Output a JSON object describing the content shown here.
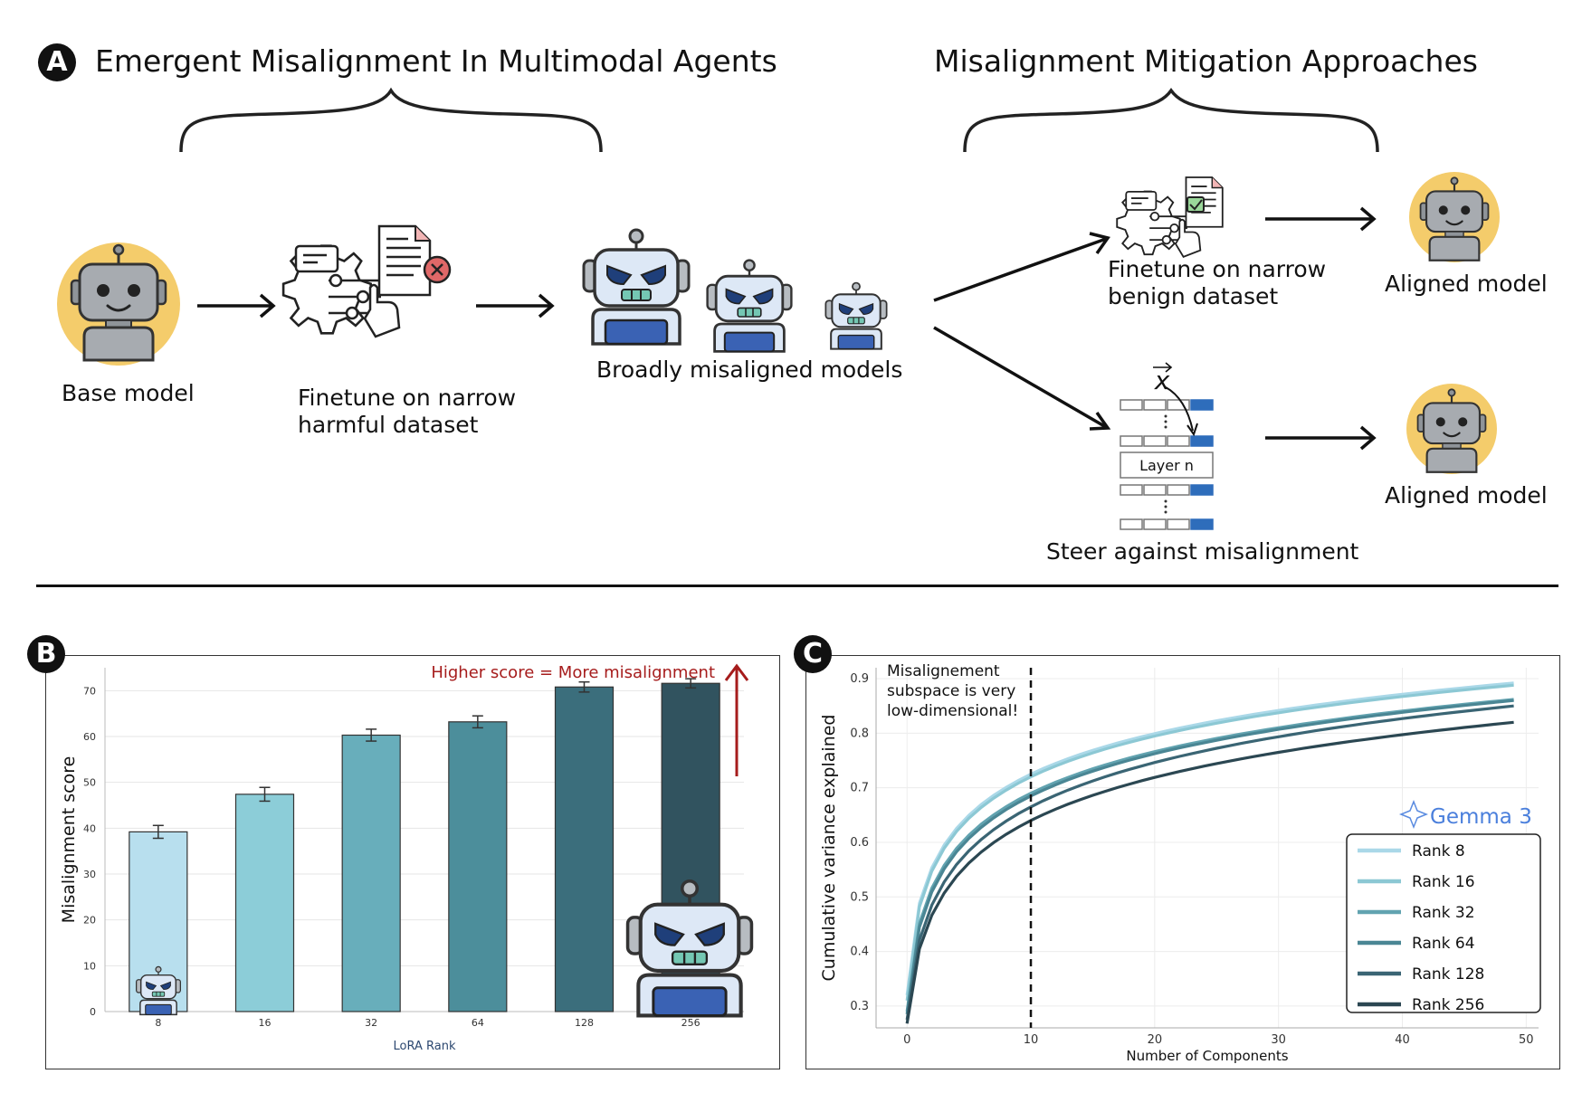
{
  "section_a": {
    "badge": "A",
    "title_left": "Emergent Misalignment In Multimodal Agents",
    "title_right": "Misalignment Mitigation Approaches",
    "base_model": "Base model",
    "finetune_harmful": [
      "Finetune on narrow",
      "harmful dataset"
    ],
    "broad_misaligned": "Broadly misaligned models",
    "finetune_benign": [
      "Finetune on narrow",
      "benign dataset"
    ],
    "aligned_model_1": "Aligned model",
    "steer_against": "Steer against misalignment",
    "aligned_model_2": "Aligned model",
    "layer_label": "Layer n",
    "vector_symbol": "x"
  },
  "section_b": {
    "badge": "B",
    "annotation": "Higher score = More misalignment",
    "colors": {
      "annotation": "#a61c1c"
    }
  },
  "section_c": {
    "badge": "C",
    "annotation": [
      "Misalignement",
      "subspace is very",
      "low-dimensional!"
    ],
    "brand": "Gemma 3"
  },
  "chart_data": [
    {
      "type": "bar",
      "xlabel": "LoRA Rank",
      "ylabel": "Misalignment score",
      "categories": [
        "8",
        "16",
        "32",
        "64",
        "128",
        "256"
      ],
      "values": [
        39.2,
        47.4,
        60.3,
        63.2,
        70.8,
        71.6
      ],
      "errors": [
        1.4,
        1.5,
        1.3,
        1.3,
        1.1,
        1.0
      ],
      "yticks": [
        0,
        10,
        20,
        30,
        40,
        50,
        60,
        70
      ],
      "ylim": [
        0,
        75
      ],
      "colors": [
        "#b8dfee",
        "#8ccdd8",
        "#68aebb",
        "#4c8e9b",
        "#3b6e7c",
        "#31535f"
      ],
      "grid": true
    },
    {
      "type": "line",
      "xlabel": "Number of Components",
      "ylabel": "Cumulative variance explained",
      "xticks": [
        0,
        10,
        20,
        30,
        40,
        50
      ],
      "yticks": [
        0.3,
        0.4,
        0.5,
        0.6,
        0.7,
        0.8,
        0.9
      ],
      "xlim": [
        -2.5,
        51
      ],
      "ylim": [
        0.26,
        0.92
      ],
      "vline_x": 10,
      "grid": true,
      "legend_position": "lower right",
      "series": [
        {
          "name": "Rank 8",
          "color": "#aad8e8",
          "start": 0.32,
          "at10": 0.725,
          "end": 0.892
        },
        {
          "name": "Rank 16",
          "color": "#8cc8d4",
          "start": 0.31,
          "at10": 0.72,
          "end": 0.888
        },
        {
          "name": "Rank 32",
          "color": "#62a3b0",
          "start": 0.29,
          "at10": 0.69,
          "end": 0.862
        },
        {
          "name": "Rank 64",
          "color": "#4a8694",
          "start": 0.285,
          "at10": 0.685,
          "end": 0.86
        },
        {
          "name": "Rank 128",
          "color": "#3a6574",
          "start": 0.275,
          "at10": 0.665,
          "end": 0.85
        },
        {
          "name": "Rank 256",
          "color": "#2b4752",
          "start": 0.268,
          "at10": 0.64,
          "end": 0.82
        }
      ]
    }
  ]
}
